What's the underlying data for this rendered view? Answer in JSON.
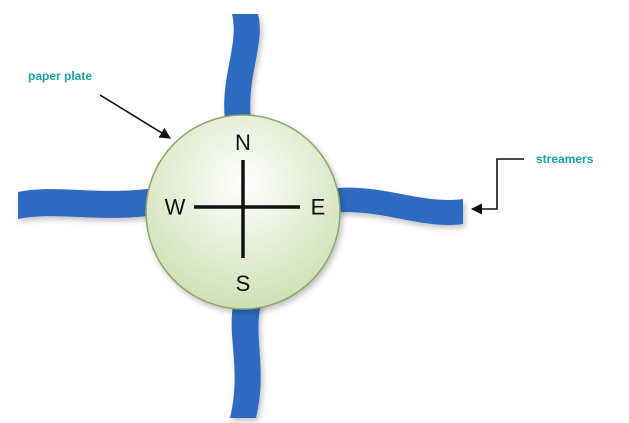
{
  "labels": {
    "paper_plate": "paper plate",
    "streamers": "streamers"
  },
  "compass": {
    "north": "N",
    "south": "S",
    "east": "E",
    "west": "W"
  },
  "colors": {
    "label_text": "#1ba3a8",
    "streamer": "#2e6bc0",
    "plate_fill_center": "#ffffff",
    "plate_fill_edge": "#cfe0b4",
    "plate_stroke": "#8aa86a",
    "cross": "#111111",
    "arrow": "#111111"
  }
}
